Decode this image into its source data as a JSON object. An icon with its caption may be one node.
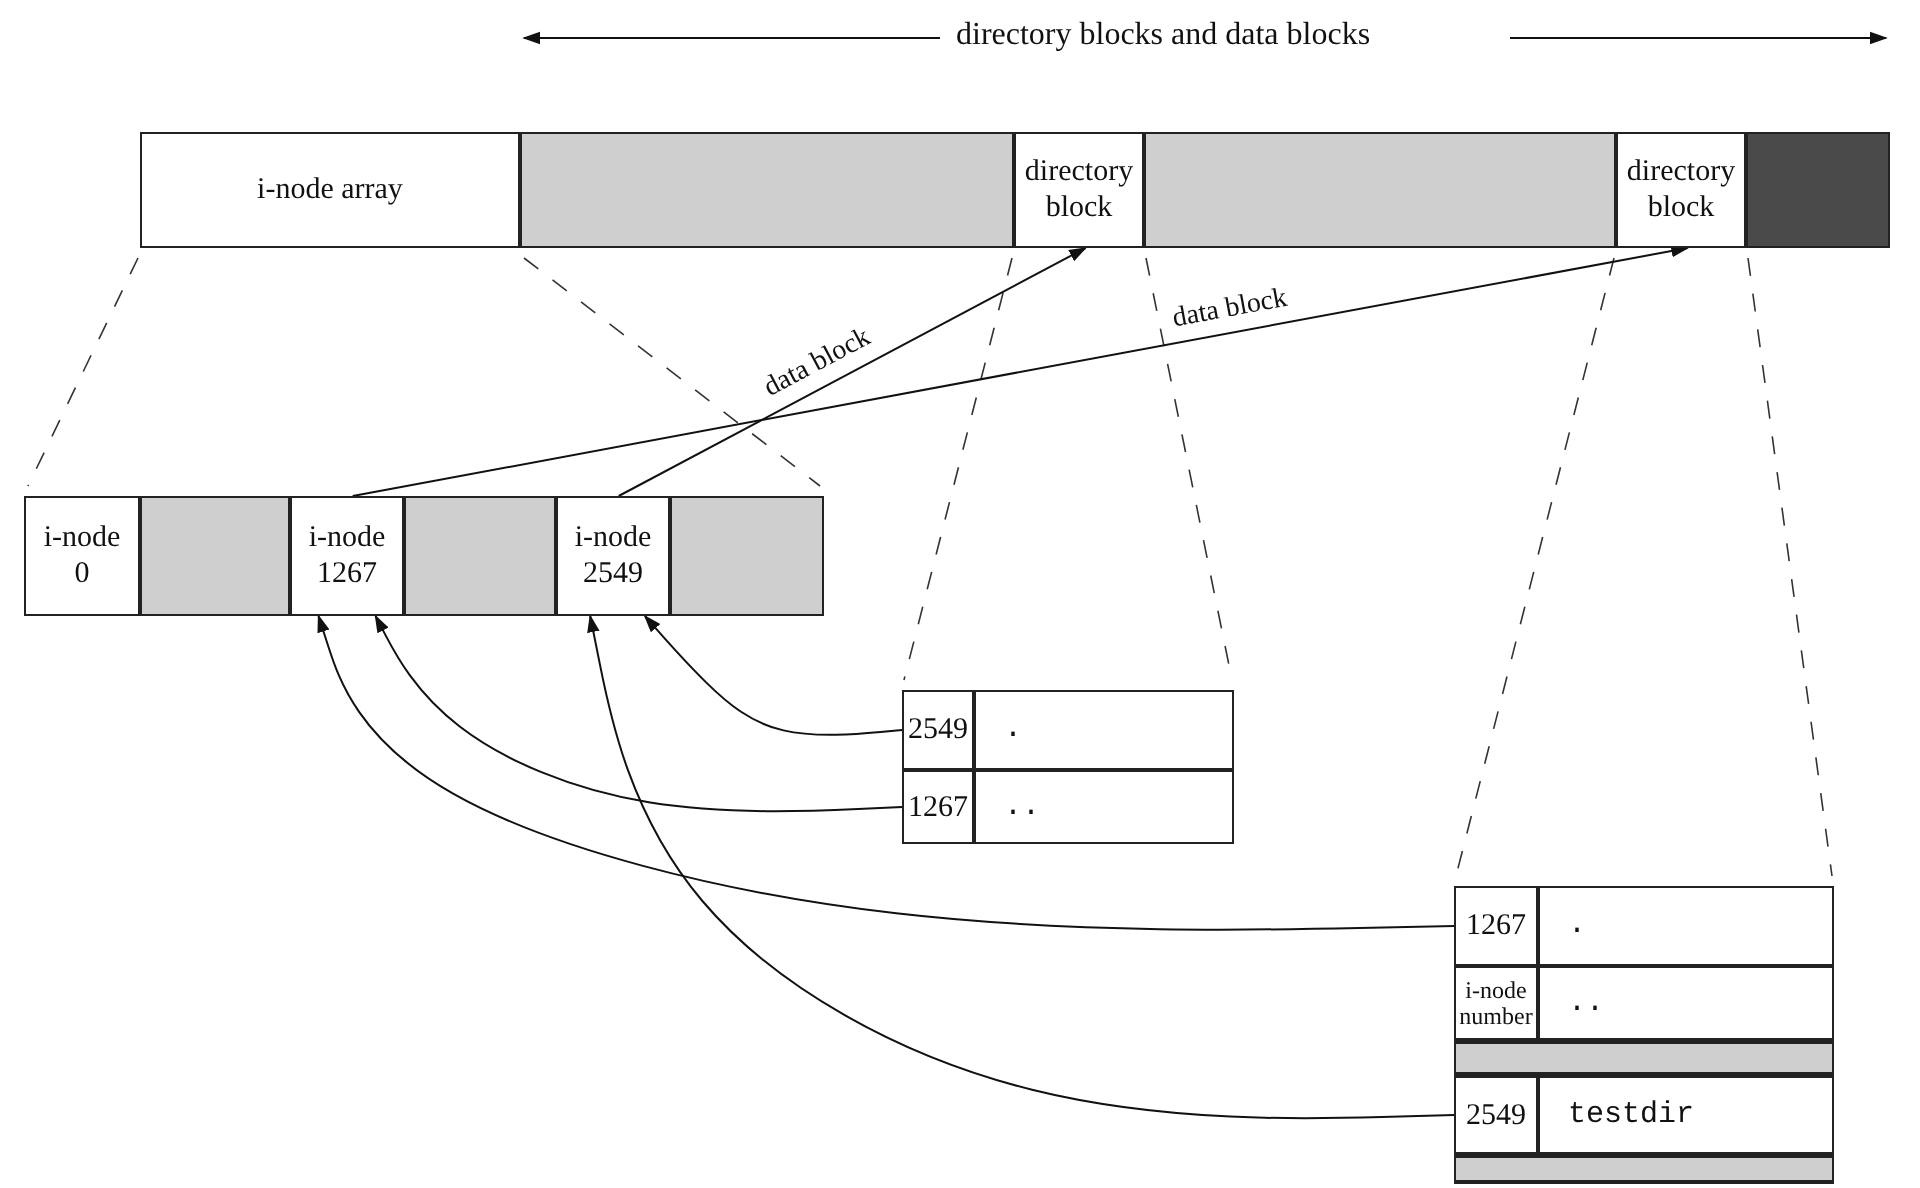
{
  "diagram": {
    "nodes": [
      {
        "text": [
          "i-node array"
        ]
      },
      {
        "text": [],
        "shape": "box"
      },
      {
        "text": [
          "directory block"
        ]
      },
      {
        "text": [],
        "shape": "box"
      },
      {
        "text": [
          "directory block"
        ]
      },
      {
        "text": [],
        "shape": "box"
      },
      {
        "text": [
          "i-node 0"
        ]
      },
      {
        "text": [],
        "shape": "box"
      },
      {
        "text": [
          "i-node 1267"
        ]
      },
      {
        "text": [],
        "shape": "box"
      },
      {
        "text": [
          "i-node 2549"
        ]
      },
      {
        "text": [],
        "shape": "box"
      },
      {
        "text": [
          "2549"
        ]
      },
      {
        "text": [
          "."
        ]
      },
      {
        "text": [
          "1267"
        ]
      },
      {
        "text": [
          ".."
        ]
      },
      {
        "text": [
          "1267"
        ]
      },
      {
        "text": [
          "."
        ]
      },
      {
        "text": [
          "i-node number"
        ]
      },
      {
        "text": [
          ".."
        ]
      },
      {
        "text": [],
        "shape": "bar"
      },
      {
        "text": [
          "2549"
        ]
      },
      {
        "text": [
          "testdir"
        ]
      },
      {
        "text": [],
        "shape": "bar"
      }
    ],
    "edges": [
      {
        "from": 8,
        "to": 4,
        "arrow": "to",
        "label": "data block"
      },
      {
        "from": 10,
        "to": 2,
        "arrow": "to",
        "label": "data block"
      },
      {
        "from": 12,
        "to": 10,
        "arrow": "to"
      },
      {
        "from": 14,
        "to": 8,
        "arrow": "to"
      },
      {
        "from": 16,
        "to": 8,
        "arrow": "to"
      },
      {
        "from": 21,
        "to": 10,
        "arrow": "to"
      }
    ],
    "labels": [
      "directory blocks and data blocks"
    ]
  }
}
